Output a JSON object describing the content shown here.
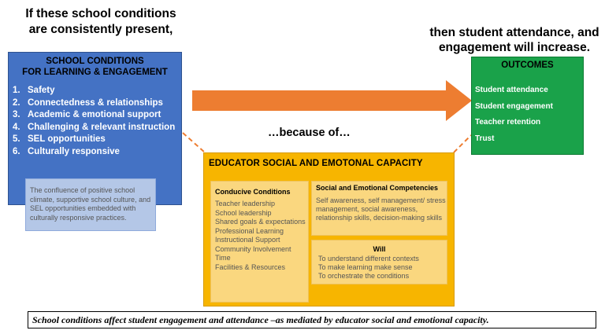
{
  "heading_left": [
    "If these school conditions",
    "are consistently present,"
  ],
  "heading_right": [
    "then student attendance, and",
    "engagement will increase."
  ],
  "conditions": {
    "title": [
      "SCHOOL CONDITIONS",
      "FOR LEARNING & ENGAGEMENT"
    ],
    "items": [
      {
        "num": "1.",
        "text": "Safety"
      },
      {
        "num": "2.",
        "text": "Connectedness & relationships"
      },
      {
        "num": "3.",
        "text": "Academic & emotional support"
      },
      {
        "num": "4.",
        "text": "Challenging & relevant instruction"
      },
      {
        "num": "5.",
        "text": "SEL opportunities"
      },
      {
        "num": "6.",
        "text": "Culturally responsive"
      }
    ],
    "note": "The confluence of positive school climate, supportive school culture, and SEL opportunities embedded with culturally responsive practices."
  },
  "because": "…because of…",
  "outcomes": {
    "title": "OUTCOMES",
    "items": [
      "Student attendance",
      "Student engagement",
      "Teacher retention",
      "Trust"
    ]
  },
  "capacity": {
    "title": "EDUCATOR SOCIAL AND EMOTONAL CAPACITY",
    "conducive": {
      "title": "Conducive Conditions",
      "items": [
        "Teacher leadership",
        "School leadership",
        "Shared goals & expectations",
        "Professional Learning",
        "Instructional Support",
        "Community Involvement",
        "Time",
        "Facilities & Resources"
      ]
    },
    "sel": {
      "title": "Social and Emotional Competencies",
      "text": "Self awareness, self management/ stress management, social awareness, relationship skills, decision-making skills"
    },
    "will": {
      "title": "Will",
      "items": [
        "To understand different contexts",
        "To make learning make sense",
        "To orchestrate the conditions"
      ]
    }
  },
  "footer": "School conditions affect student engagement and attendance –as mediated by educator social and emotional capacity.",
  "colors": {
    "conditions": "#4472c4",
    "confluence": "#b4c7e7",
    "arrow": "#ed7d31",
    "outcomes": "#1aa24a",
    "capacity": "#f7b500",
    "panel": "#fad77f"
  }
}
